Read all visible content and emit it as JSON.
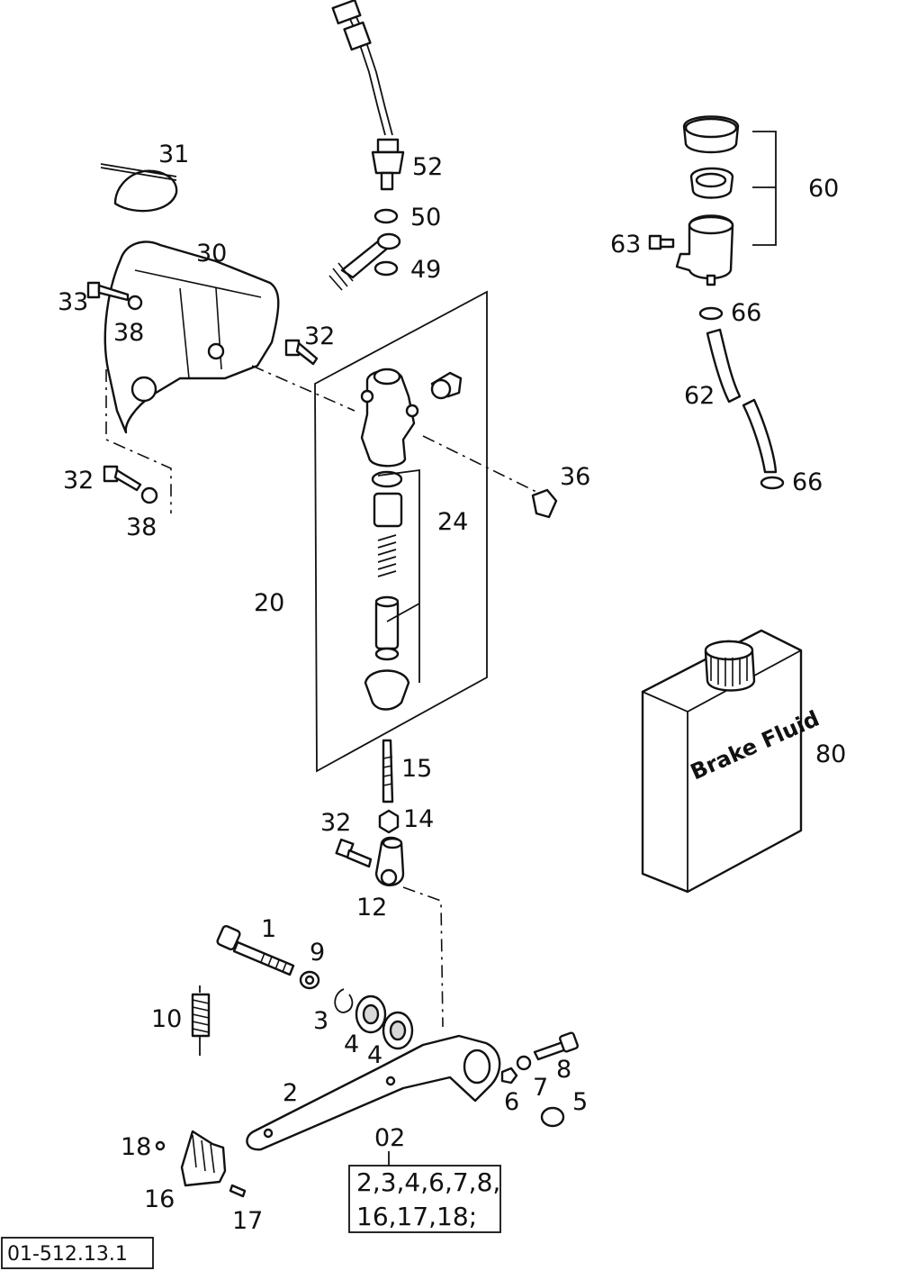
{
  "labels": {
    "l31": "31",
    "l52": "52",
    "l50": "50",
    "l49": "49",
    "l30": "30",
    "l33": "33",
    "l38a": "38",
    "l32a": "32",
    "l32b": "32",
    "l38b": "38",
    "l36": "36",
    "l24": "24",
    "l20": "20",
    "l15": "15",
    "l14": "14",
    "l32c": "32",
    "l12": "12",
    "l60": "60",
    "l63": "63",
    "l66a": "66",
    "l62": "62",
    "l66b": "66",
    "l80": "80",
    "l1": "1",
    "l9": "9",
    "l10": "10",
    "l3": "3",
    "l4a": "4",
    "l4b": "4",
    "l8": "8",
    "l2": "2",
    "l7": "7",
    "l6": "6",
    "l5": "5",
    "l18": "18",
    "l16": "16",
    "l17": "17",
    "l02": "02"
  },
  "kit_box": {
    "line1": "2,3,4,6,7,8,",
    "line2": "16,17,18;"
  },
  "container_text": "Brake Fluid",
  "drawing_ref": "01-512.13.1"
}
